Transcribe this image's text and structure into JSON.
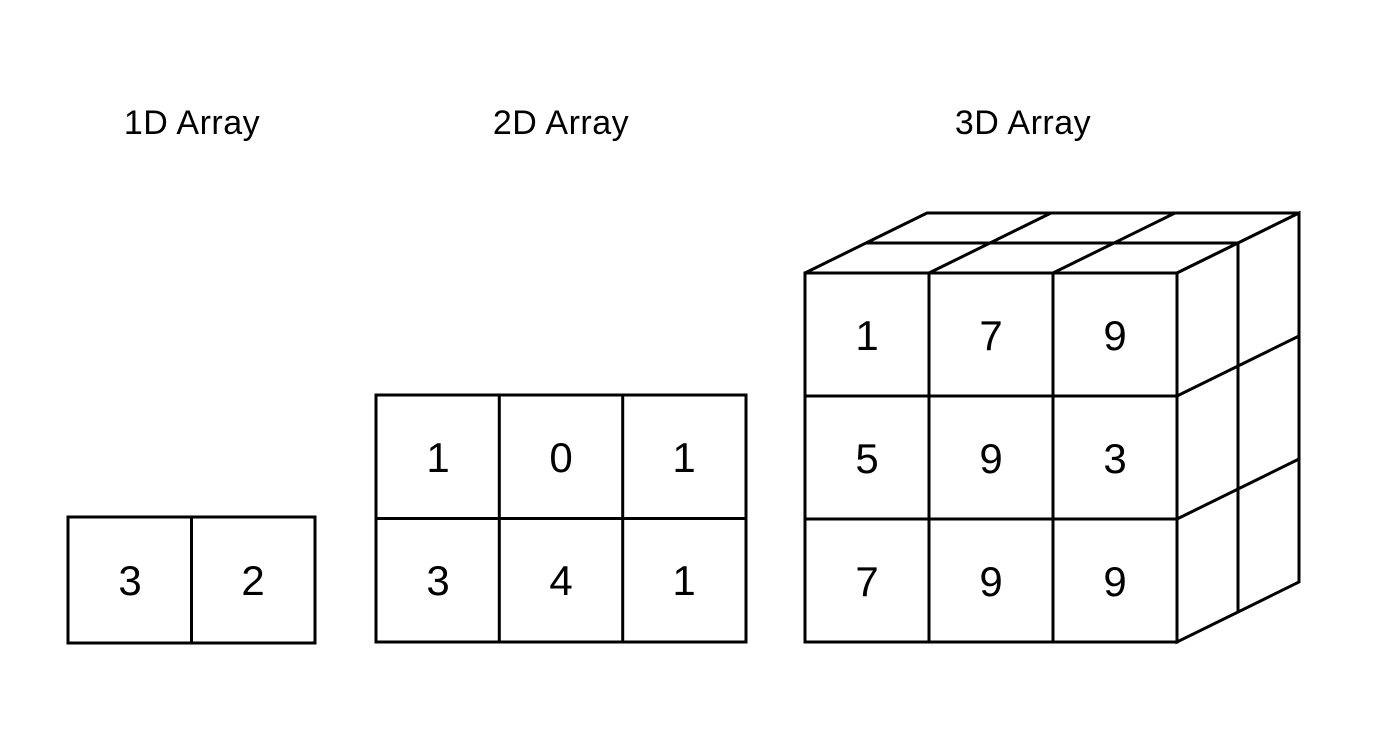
{
  "diagram": {
    "background_color": "#ffffff",
    "line_color": "#000000",
    "text_color": "#000000",
    "arrays": [
      {
        "title": "1D Array",
        "type": "1d",
        "rows": 1,
        "cols": 2,
        "values": [
          [
            "3",
            "2"
          ]
        ]
      },
      {
        "title": "2D Array",
        "type": "2d",
        "rows": 2,
        "cols": 3,
        "values": [
          [
            "1",
            "0",
            "1"
          ],
          [
            "3",
            "4",
            "1"
          ]
        ]
      },
      {
        "title": "3D Array",
        "type": "3d",
        "rows": 3,
        "cols": 3,
        "depth_layers_visible": 2,
        "values": [
          [
            "1",
            "7",
            "9"
          ],
          [
            "5",
            "9",
            "3"
          ],
          [
            "7",
            "9",
            "9"
          ]
        ]
      }
    ]
  }
}
